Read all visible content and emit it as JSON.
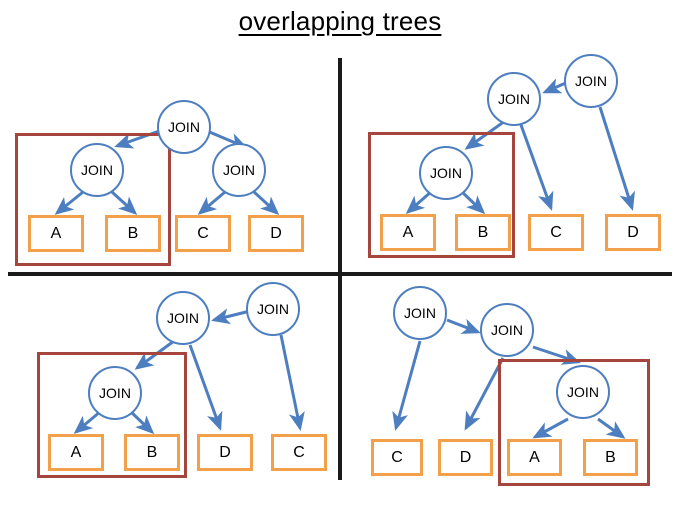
{
  "title": "overlapping trees",
  "colors": {
    "join_stroke": "#4D7EBF",
    "leaf_stroke": "#F3A04A",
    "group_stroke": "#A6453E",
    "divider": "#1a1a1a",
    "arrow": "#4D7EBF",
    "text": "#000000",
    "background": "#ffffff"
  },
  "labels": {
    "join": "JOIN",
    "a": "A",
    "b": "B",
    "c": "C",
    "d": "D"
  },
  "quadrants": {
    "top_left": {
      "name": "top-left-tree",
      "joins": [
        "JOIN",
        "JOIN",
        "JOIN"
      ],
      "leaves": [
        "A",
        "B",
        "C",
        "D"
      ],
      "grouped_leaves": [
        "A",
        "B"
      ]
    },
    "top_right": {
      "name": "top-right-tree",
      "joins": [
        "JOIN",
        "JOIN",
        "JOIN"
      ],
      "leaves": [
        "A",
        "B",
        "C",
        "D"
      ],
      "grouped_leaves": [
        "A",
        "B"
      ]
    },
    "bottom_left": {
      "name": "bottom-left-tree",
      "joins": [
        "JOIN",
        "JOIN",
        "JOIN"
      ],
      "leaves": [
        "A",
        "B",
        "D",
        "C"
      ],
      "grouped_leaves": [
        "A",
        "B"
      ]
    },
    "bottom_right": {
      "name": "bottom-right-tree",
      "joins": [
        "JOIN",
        "JOIN",
        "JOIN"
      ],
      "leaves": [
        "C",
        "D",
        "A",
        "B"
      ],
      "grouped_leaves": [
        "A",
        "B"
      ]
    }
  }
}
